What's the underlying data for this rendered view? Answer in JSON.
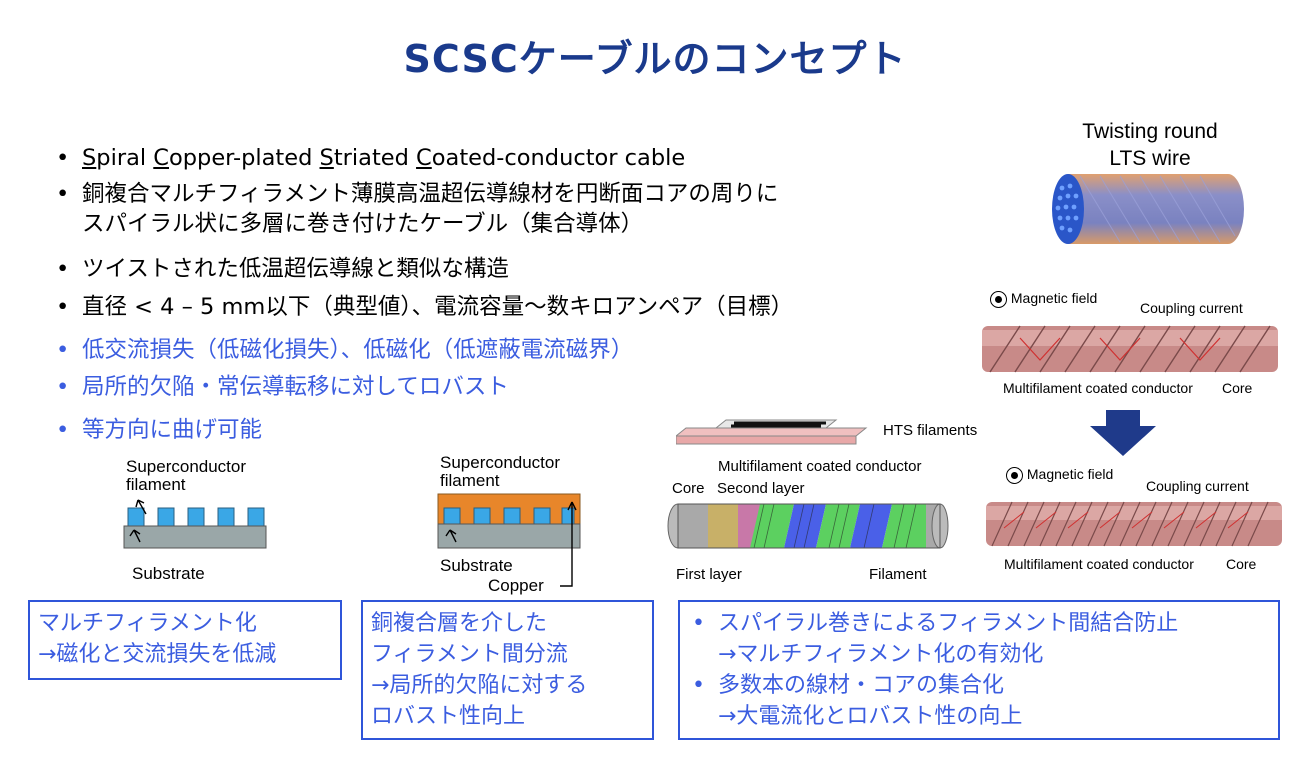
{
  "title": "SCSCケーブルのコンセプト",
  "bullets": [
    {
      "parts": [
        {
          "t": "S",
          "u": true
        },
        {
          "t": "piral "
        },
        {
          "t": "C",
          "u": true
        },
        {
          "t": "opper-plated "
        },
        {
          "t": "S",
          "u": true
        },
        {
          "t": "triated "
        },
        {
          "t": "C",
          "u": true
        },
        {
          "t": "oated-conductor cable"
        }
      ]
    },
    {
      "line1": "銅複合マルチフィラメント薄膜高温超伝導線材を円断面コアの周りに",
      "line2": "スパイラル状に多層に巻き付けたケーブル（集合導体）"
    },
    {
      "text": "ツイストされた低温超伝導線と類似な構造"
    },
    {
      "text": "直径 < 4 – 5 mm以下（典型値）、電流容量〜数キロアンペア（目標）"
    },
    {
      "text": "低交流損失（低磁化損失）、低磁化（低遮蔽電流磁界）"
    },
    {
      "text": "局所的欠陥・常伝導転移に対してロバスト"
    },
    {
      "text": "等方向に曲げ可能"
    }
  ],
  "bullet_dot": "•",
  "lts": {
    "line1": "Twisting round",
    "line2": "LTS wire"
  },
  "coupling_top": {
    "magnetic": "Magnetic field",
    "coupling": "Coupling current",
    "multi": "Multifilament coated conductor",
    "core": "Core"
  },
  "coupling_bottom": {
    "magnetic": "Magnetic field",
    "coupling": "Coupling current",
    "multi": "Multifilament coated conductor",
    "core": "Core"
  },
  "diagram1": {
    "label1": "Superconductor",
    "label2": "filament",
    "substrate": "Substrate"
  },
  "diagram2": {
    "label1": "Superconductor",
    "label2": "filament",
    "substrate": "Substrate",
    "copper": "Copper"
  },
  "cable": {
    "hts": "HTS filaments",
    "multi": "Multifilament coated conductor",
    "core": "Core",
    "second": "Second layer",
    "first": "First layer",
    "filament": "Filament"
  },
  "box1": {
    "line1": "マルチフィラメント化",
    "line2": "→磁化と交流損失を低減"
  },
  "box2": {
    "line1": "銅複合層を介した",
    "line2": "フィラメント間分流",
    "line3": "→局所的欠陥に対する",
    "line4": "ロバスト性向上"
  },
  "box3": {
    "line1": "スパイラル巻きによるフィラメント間結合防止",
    "line2": "→マルチフィラメント化の有効化",
    "line3": "多数本の線材・コアの集合化",
    "line4": "→大電流化とロバスト性の向上"
  },
  "colors": {
    "title": "#1a3a8c",
    "accent": "#3b5de0",
    "box_border": "#2f55d9",
    "superconductor": "#3aa7e6",
    "substrate": "#9aa7a8",
    "copper": "#e8862a",
    "arrow": "#1f3a8a"
  }
}
